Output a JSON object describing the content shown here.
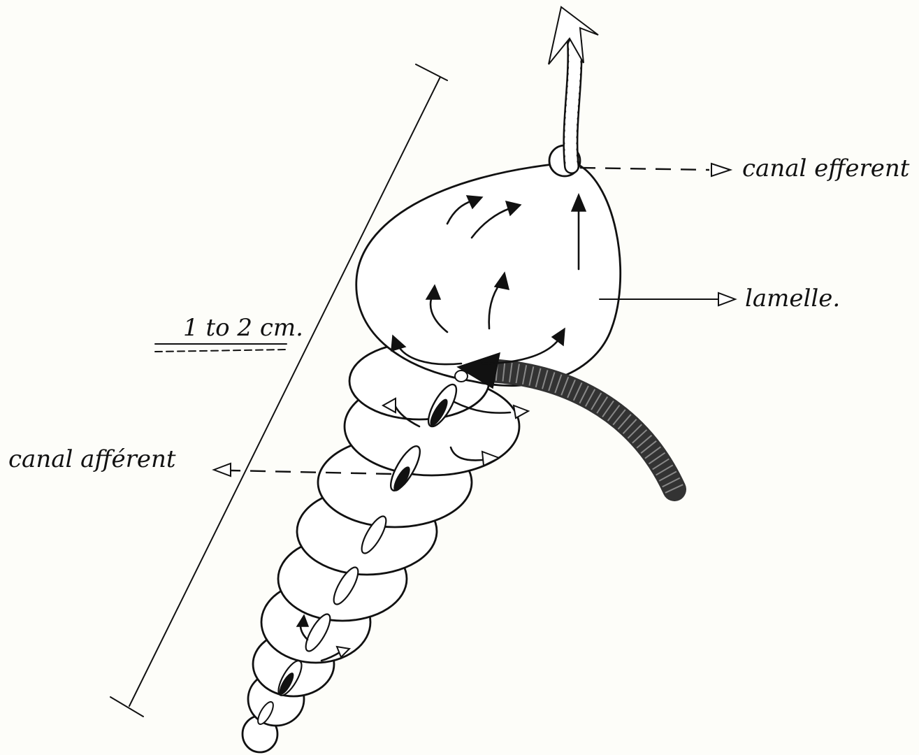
{
  "labels": {
    "efferent": "canal efferent",
    "lamelle": "lamelle.",
    "afferent": "canal afférent",
    "scale": "1 to 2 cm."
  }
}
